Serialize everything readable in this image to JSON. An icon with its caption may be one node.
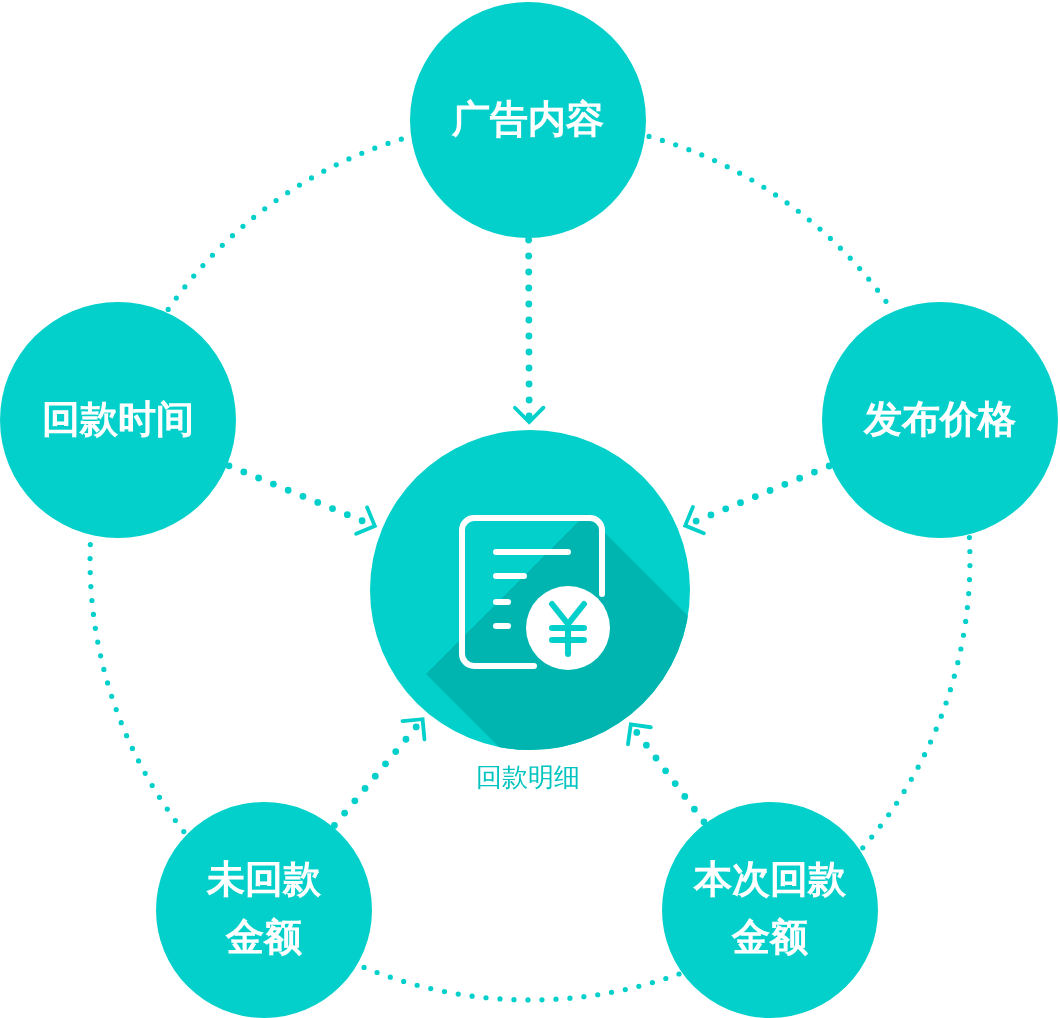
{
  "diagram": {
    "nodes": [
      {
        "text": [
          "广告内容"
        ]
      },
      {
        "text": [
          "回款时间"
        ]
      },
      {
        "text": [
          "发布价格"
        ]
      },
      {
        "text": [],
        "shape": "circle",
        "beside": [
          "回款明细"
        ]
      },
      {
        "text": [
          "未回款金额"
        ]
      },
      {
        "text": [
          "本次回款金额"
        ]
      }
    ],
    "edges": [
      {
        "from": 0,
        "to": 3,
        "arrow": "to"
      },
      {
        "from": 1,
        "to": 3,
        "arrow": "to"
      },
      {
        "from": 2,
        "to": 3,
        "arrow": "to"
      },
      {
        "from": 4,
        "to": 3,
        "arrow": "to"
      },
      {
        "from": 5,
        "to": 3,
        "arrow": "to"
      },
      {
        "from": 0,
        "to": 2,
        "arrow": "none"
      },
      {
        "from": 2,
        "to": 5,
        "arrow": "none"
      },
      {
        "from": 5,
        "to": 4,
        "arrow": "none"
      },
      {
        "from": 4,
        "to": 1,
        "arrow": "none"
      },
      {
        "from": 1,
        "to": 0,
        "arrow": "none"
      }
    ]
  }
}
